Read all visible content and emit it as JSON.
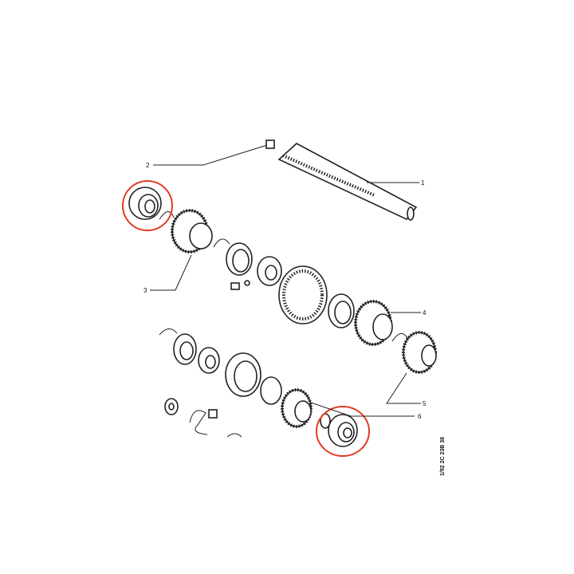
{
  "diagram": {
    "callouts": [
      "1",
      "2",
      "3",
      "4",
      "5",
      "6"
    ],
    "reference_code": "1/92 2C 23B 38",
    "highlight_color": "#e33a22"
  }
}
